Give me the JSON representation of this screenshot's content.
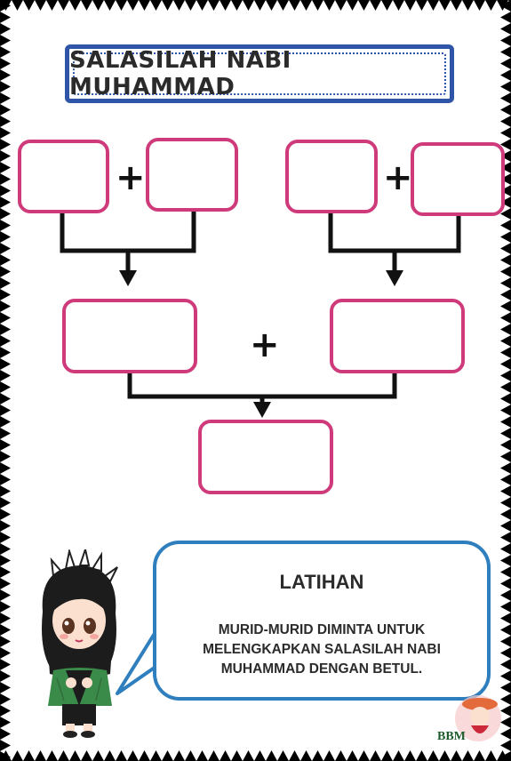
{
  "title": "SALASILAH NABI MUHAMMAD",
  "plus_symbol": "+",
  "exercise": {
    "heading": "LATIHAN",
    "instruction_lines": [
      "MURID-MURID DIMINTA UNTUK",
      "MELENGKAPKAN SALASILAH NABI",
      "MUHAMMAD DENGAN BETUL."
    ]
  },
  "logo": {
    "text": "BBM"
  },
  "colors": {
    "title_border": "#2f55a8",
    "box_border": "#cf3a7a",
    "bubble_border": "#2f7fbf",
    "zigzag_border": "#000000"
  }
}
